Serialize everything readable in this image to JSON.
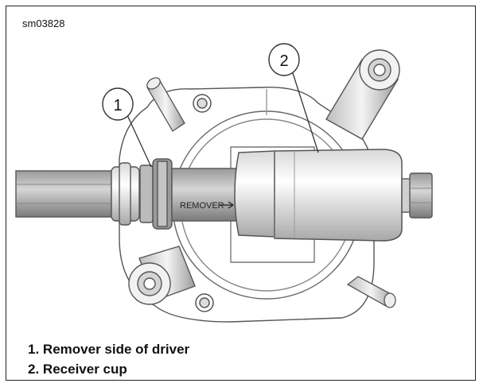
{
  "figure_id": "sm03828",
  "engraving": "REMOVER",
  "callouts": [
    {
      "number": "1"
    },
    {
      "number": "2"
    }
  ],
  "legend": [
    {
      "number": "1.",
      "text": "Remover side of driver"
    },
    {
      "number": "2.",
      "text": "Receiver cup"
    }
  ]
}
